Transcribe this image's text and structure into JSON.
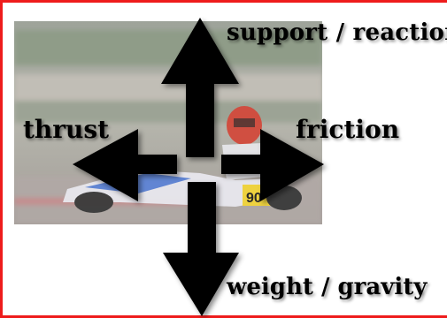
{
  "diagram": {
    "labels": {
      "support": "support / reaction",
      "thrust": "thrust",
      "friction": "friction",
      "weight": "weight / gravity"
    },
    "kart_number": "90"
  },
  "colors": {
    "border": "#ee1c1c",
    "arrow": "#000000",
    "background": "#ffffff"
  }
}
